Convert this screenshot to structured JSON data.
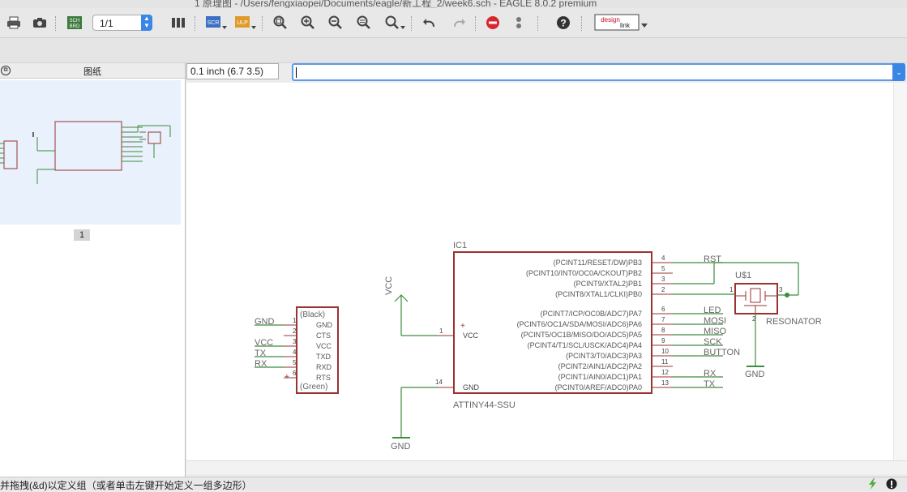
{
  "window": {
    "title": "1 原理图 - /Users/fengxiaopei/Documents/eagle/新工程_2/week6.sch - EAGLE 8.0.2 premium"
  },
  "toolbar": {
    "sch_brd_label": "SCH\nBRD",
    "sheet_value": "1/1",
    "scr_label": "SCR",
    "ulp_label": "ULP",
    "help_label": "?",
    "designlink_label": "design link"
  },
  "left_panel": {
    "title": "图纸",
    "page_number": "1"
  },
  "coord_display": "0.1 inch (6.7 3.5)",
  "command_input": {
    "value": ""
  },
  "status": {
    "message": "并拖拽(&d)以定义组（或者单击左键开始定义一组多边形）"
  },
  "colors": {
    "wire": "#3e8c3e",
    "part": "#9a3232",
    "label": "#666666",
    "accent": "#3a86e6"
  },
  "schematic": {
    "ic1": {
      "name": "IC1",
      "value": "ATTINY44-SSU",
      "left_pins": [
        {
          "num": "1",
          "name": "VCC"
        },
        {
          "num": "14",
          "name": "GND"
        }
      ],
      "right_pins": [
        {
          "num": "4",
          "name": "(PCINT11/RESET/DW)PB3",
          "net": "RST"
        },
        {
          "num": "5",
          "name": "(PCINT10/INT0/OC0A/CKOUT)PB2",
          "net": ""
        },
        {
          "num": "3",
          "name": "(PCINT9/XTAL2)PB1",
          "net": ""
        },
        {
          "num": "2",
          "name": "(PCINT8/XTAL1/CLKI)PB0",
          "net": ""
        },
        {
          "num": "6",
          "name": "(PCINT7/ICP/OC0B/ADC7)PA7",
          "net": "LED"
        },
        {
          "num": "7",
          "name": "(PCINT6/OC1A/SDA/MOSI/ADC6)PA6",
          "net": "MOSI"
        },
        {
          "num": "8",
          "name": "(PCINT5/OC1B/MISO/DO/ADC5)PA5",
          "net": "MISO"
        },
        {
          "num": "9",
          "name": "(PCINT4/T1/SCL/USCK/ADC4)PA4",
          "net": "SCK"
        },
        {
          "num": "10",
          "name": "(PCINT3/T0/ADC3)PA3",
          "net": "BUTTON"
        },
        {
          "num": "11",
          "name": "(PCINT2/AIN1/ADC2)PA2",
          "net": ""
        },
        {
          "num": "12",
          "name": "(PCINT1/AIN0/ADC1)PA1",
          "net": "RX"
        },
        {
          "num": "13",
          "name": "(PCINT0/AREF/ADC0)PA0",
          "net": "TX"
        }
      ]
    },
    "ftdi": {
      "top_label": "(Black)",
      "bottom_label": "(Green)",
      "pins": [
        {
          "num": "1",
          "name": "GND",
          "net": "GND"
        },
        {
          "num": "2",
          "name": "CTS",
          "net": ""
        },
        {
          "num": "3",
          "name": "VCC",
          "net": "VCC"
        },
        {
          "num": "4",
          "name": "TXD",
          "net": "TX"
        },
        {
          "num": "5",
          "name": "RXD",
          "net": "RX"
        },
        {
          "num": "6",
          "name": "RTS",
          "net": ""
        }
      ]
    },
    "resonator": {
      "name": "U$1",
      "value": "RESONATOR",
      "pins": [
        "1",
        "2",
        "3"
      ]
    },
    "supplies": {
      "vcc": "VCC",
      "gnd_ic": "GND",
      "gnd_res": "GND"
    }
  }
}
